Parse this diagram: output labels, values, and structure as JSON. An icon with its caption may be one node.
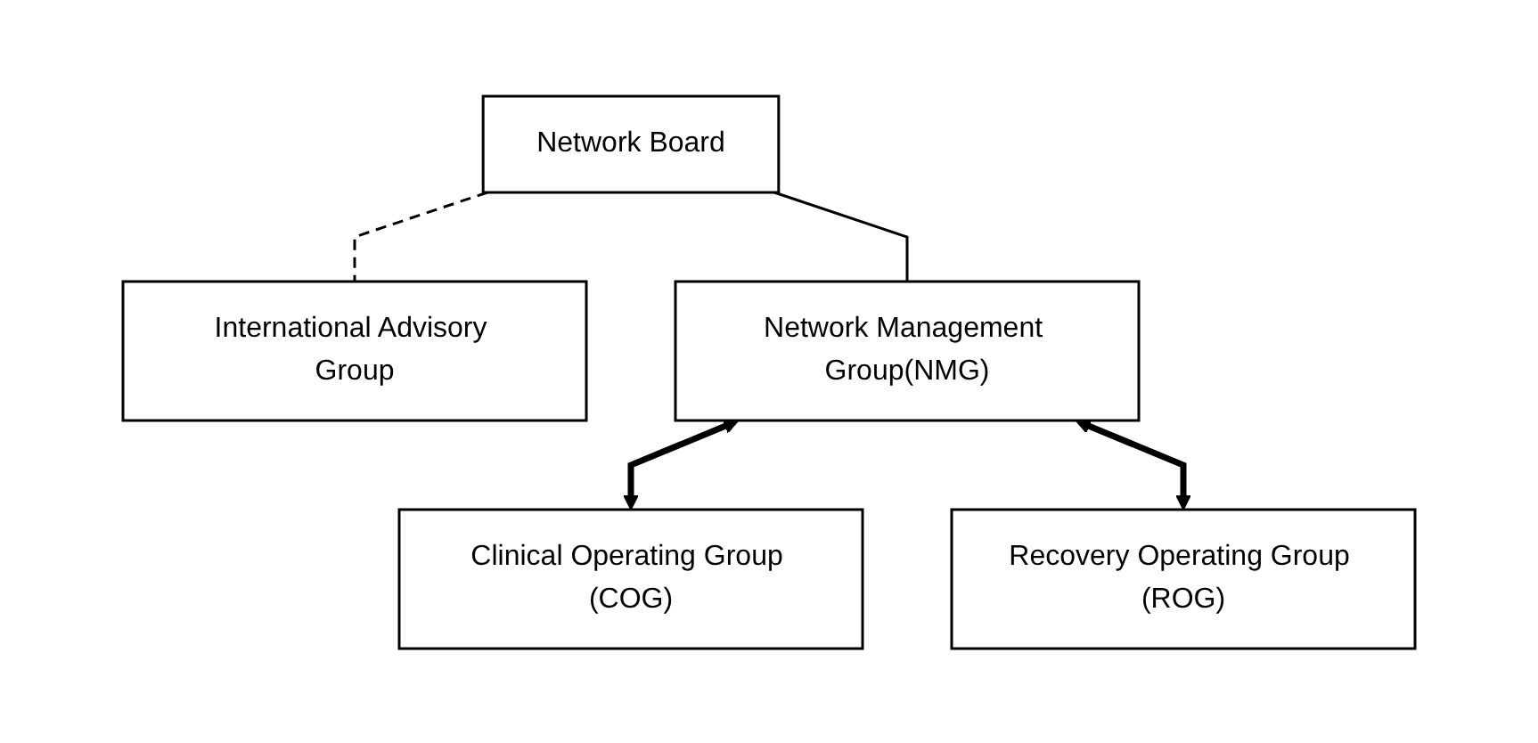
{
  "diagram": {
    "nodes": [
      {
        "text": [
          "Network Board"
        ]
      },
      {
        "text": [
          "International Advisory Group"
        ]
      },
      {
        "text": [
          "Network Management Group(NMG)"
        ]
      },
      {
        "text": [
          "Clinical Operating Group (COG)"
        ]
      },
      {
        "text": [
          "Recovery Operating Group (ROG)"
        ]
      }
    ],
    "edges": [
      {
        "from": 0,
        "to": 1,
        "arrow": "none",
        "style": "dashed"
      },
      {
        "from": 0,
        "to": 2,
        "arrow": "none"
      },
      {
        "from": 2,
        "to": 3,
        "arrow": "both",
        "style": "thick"
      },
      {
        "from": 2,
        "to": 4,
        "arrow": "both",
        "style": "thick"
      }
    ]
  }
}
